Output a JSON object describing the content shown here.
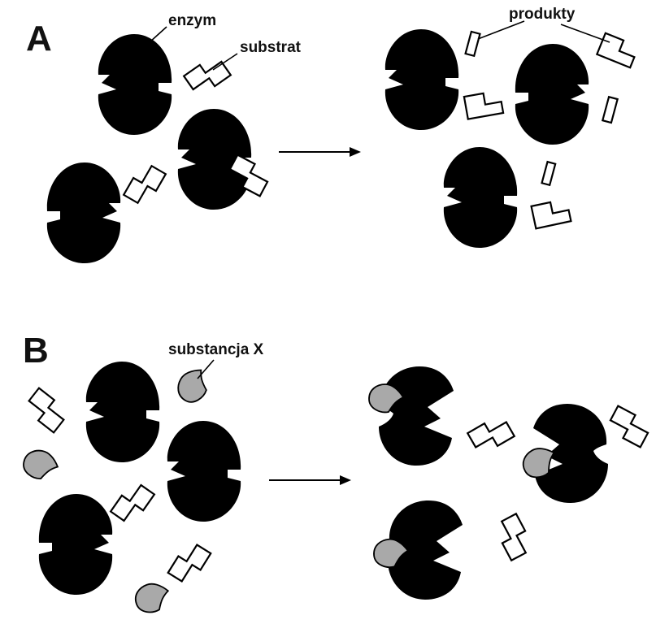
{
  "panels": {
    "A": {
      "letter": "A",
      "enzyme_label": "enzym",
      "substrate_label": "substrat",
      "products_label": "produkty"
    },
    "B": {
      "letter": "B",
      "substance_label": "substancja X"
    }
  },
  "colors": {
    "enzyme": "#000000",
    "substrate_fill": "#ffffff",
    "substance_x_fill": "#a9a9a9",
    "arrow": "#000000"
  }
}
